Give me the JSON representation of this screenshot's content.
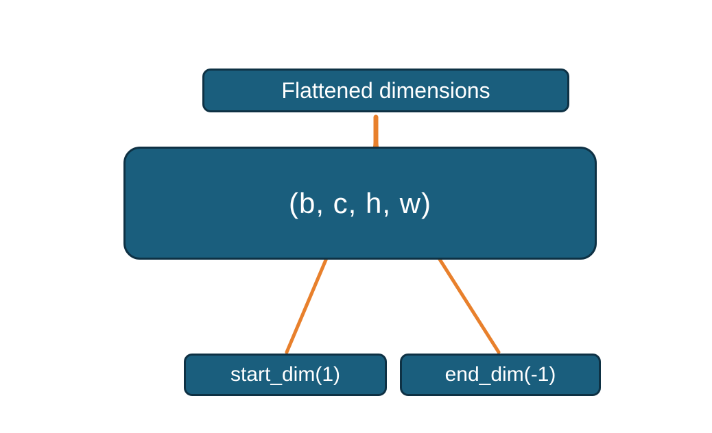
{
  "diagram": {
    "title_box": {
      "label": "Flattened dimensions"
    },
    "tensor_box": {
      "label": "(b, c, h, w)"
    },
    "start_dim_box": {
      "label": "start_dim(1)"
    },
    "end_dim_box": {
      "label": "end_dim(-1)"
    },
    "connectors": {
      "brace": "brace from Flattened dimensions box down over the c and h dimensions",
      "arrow_start": "arrow from start_dim(1) box to dimension c in (b, c, h, w)",
      "arrow_end": "arrow from end_dim(-1) box to dimension w in (b, c, h, w)"
    }
  },
  "colors": {
    "box_fill": "#1a5e7d",
    "box_border": "#0e3144",
    "text": "#ffffff",
    "accent_orange": "#e8802c",
    "background": "#ffffff"
  }
}
